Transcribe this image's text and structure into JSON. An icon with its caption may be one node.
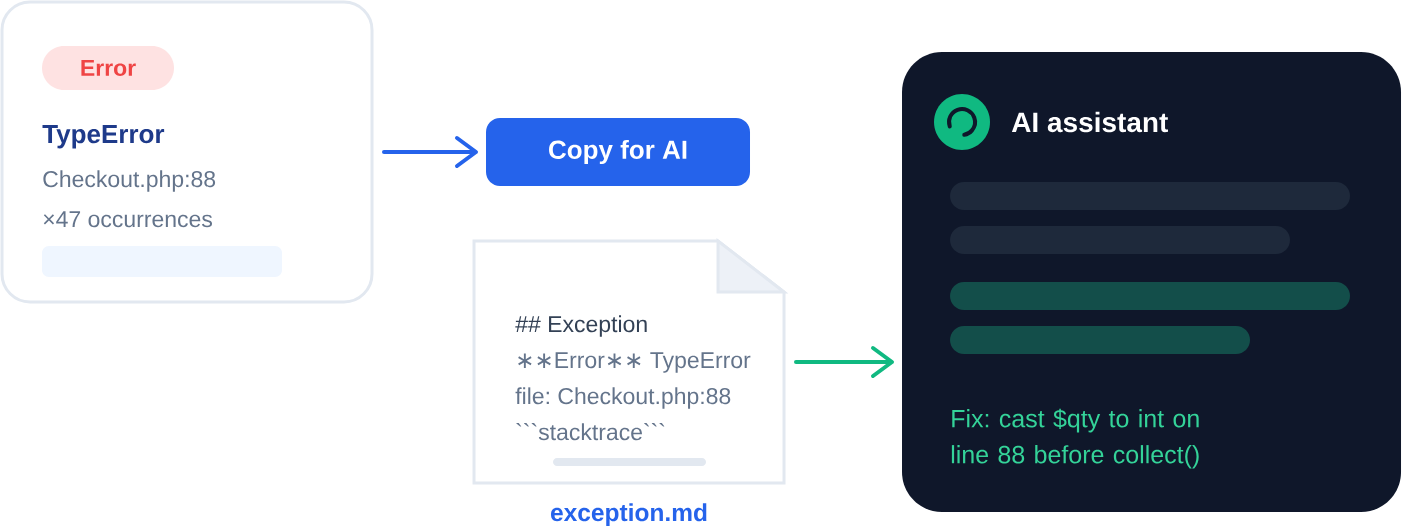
{
  "diagram": {
    "nodes": [
      {
        "text": [
          "TypeError",
          "Checkout.php:88",
          "×47 occurrences"
        ]
      },
      {
        "text": [
          "Error"
        ],
        "in": 0
      },
      {
        "text": [
          "Copy for AI"
        ]
      },
      {
        "text": [
          "## Exception",
          "∗∗Error∗∗ TypeError",
          "file: Checkout.php:88",
          "```stacktrace```"
        ],
        "beside": [
          "exception.md"
        ]
      },
      {
        "text": [
          "AI assistant",
          "Fix: cast $qty to int on line 88 before collect()"
        ]
      }
    ],
    "edges": [
      {
        "from": 0,
        "to": 2,
        "arrow": "to",
        "color": "#2563eb"
      },
      {
        "from": 3,
        "to": 4,
        "arrow": "to",
        "color": "#10b981"
      }
    ]
  }
}
